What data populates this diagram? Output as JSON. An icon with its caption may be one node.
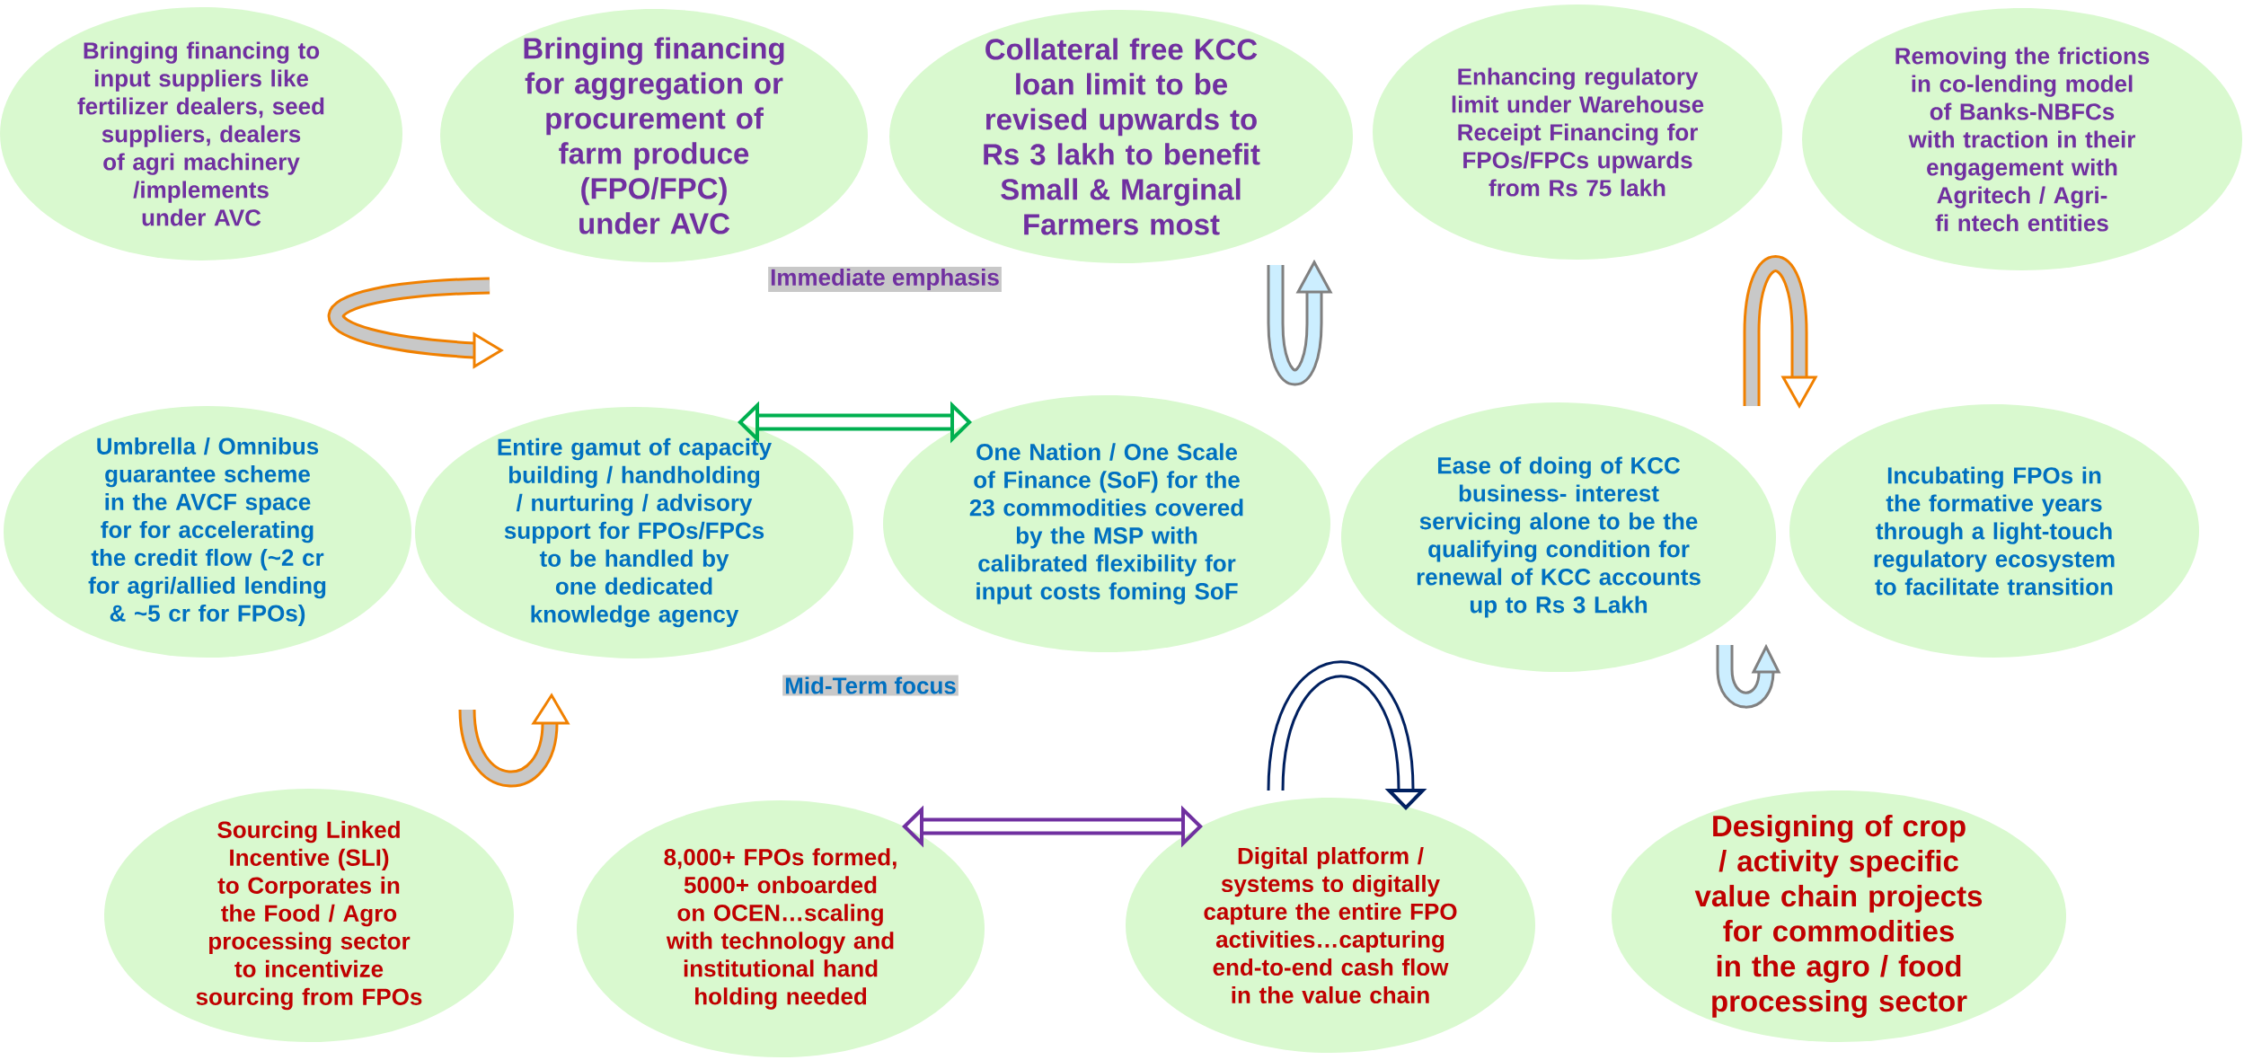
{
  "diagram": {
    "nodes": [
      {
        "text": [
          "Bringing financing to input suppliers like fertilizer dealers, seed suppliers, dealers of agri machinery /implements under AVC"
        ]
      },
      {
        "text": [
          "Bringing financing for aggregation or procurement of farm produce (FPO/FPC) under AVC"
        ]
      },
      {
        "text": [
          "Collateral free KCC loan limit to be revised upwards to Rs 3 lakh to benefit Small & Marginal Farmers most"
        ]
      },
      {
        "text": [
          "Enhancing regulatory limit under Warehouse Receipt Financing for FPOs/FPCs upwards from Rs 75 lakh"
        ]
      },
      {
        "text": [
          "Removing the frictions in co-lending model of Banks-NBFCs with traction in their engagement with Agritech / Agri-fi ntech entities"
        ]
      },
      {
        "text": [
          "Umbrella / Omnibus guarantee scheme in the AVCF space for for accelerating the credit flow (~2 cr for agri/allied lending & ~5 cr for FPOs)"
        ]
      },
      {
        "text": [
          "Entire gamut of capacity building / handholding / nurturing / advisory support for FPOs/FPCs to be handled by one dedicated knowledge agency"
        ]
      },
      {
        "text": [
          "One Nation / One Scale of Finance (SoF) for the 23 commodities covered by the MSP with calibrated flexibility for input costs foming SoF"
        ]
      },
      {
        "text": [
          "Ease of doing of KCC business- interest servicing alone to be the qualifying condition for renewal of KCC accounts up to Rs 3 Lakh"
        ]
      },
      {
        "text": [
          "Incubating FPOs in the formative years through a light-touch regulatory ecosystem to facilitate transition"
        ]
      },
      {
        "text": [
          "Sourcing Linked Incentive (SLI) to Corporates in the Food / Agro processing sector to incentivize sourcing from FPOs"
        ]
      },
      {
        "text": [
          "8,000+ FPOs formed, 5000+ onboarded on OCEN…scaling with technology and institutional hand holding needed"
        ]
      },
      {
        "text": [
          "Digital platform / systems to digitally capture the entire FPO activities…capturing end-to-end cash flow in the value chain"
        ]
      },
      {
        "text": [
          "Designing of crop / activity specific value chain projects for commodities in the agro / food processing sector"
        ]
      }
    ],
    "edges": [
      {
        "from": 6,
        "to": 7,
        "arrow": "both",
        "color": "#00b050"
      },
      {
        "from": 11,
        "to": 12,
        "arrow": "both",
        "color": "#7030a0"
      },
      {
        "from": null,
        "to": 12,
        "arrow": "to",
        "color": "#002060"
      }
    ],
    "labels": [
      "Immediate emphasis",
      "Mid-Term focus"
    ]
  }
}
